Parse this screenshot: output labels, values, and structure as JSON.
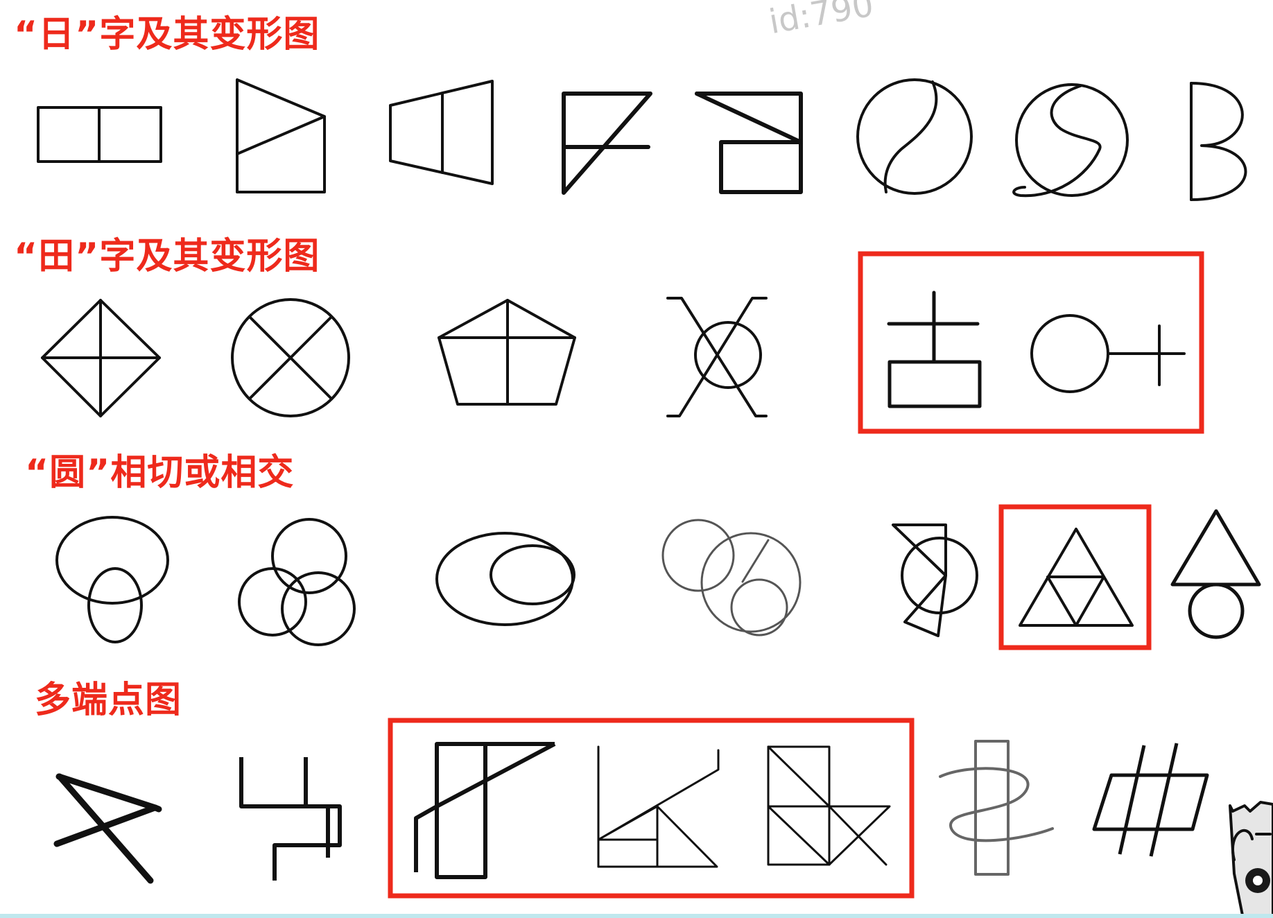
{
  "sections": [
    {
      "title": "“日”字及其变形图"
    },
    {
      "title": "“田”字及其变形图"
    },
    {
      "title": "“圆”相切或相交"
    },
    {
      "title": "多端点图"
    }
  ],
  "watermark": "id:790",
  "colors": {
    "heading": "#ee2a1c",
    "highlight_box": "#ee2a1c",
    "figure_stroke": "#111111"
  }
}
